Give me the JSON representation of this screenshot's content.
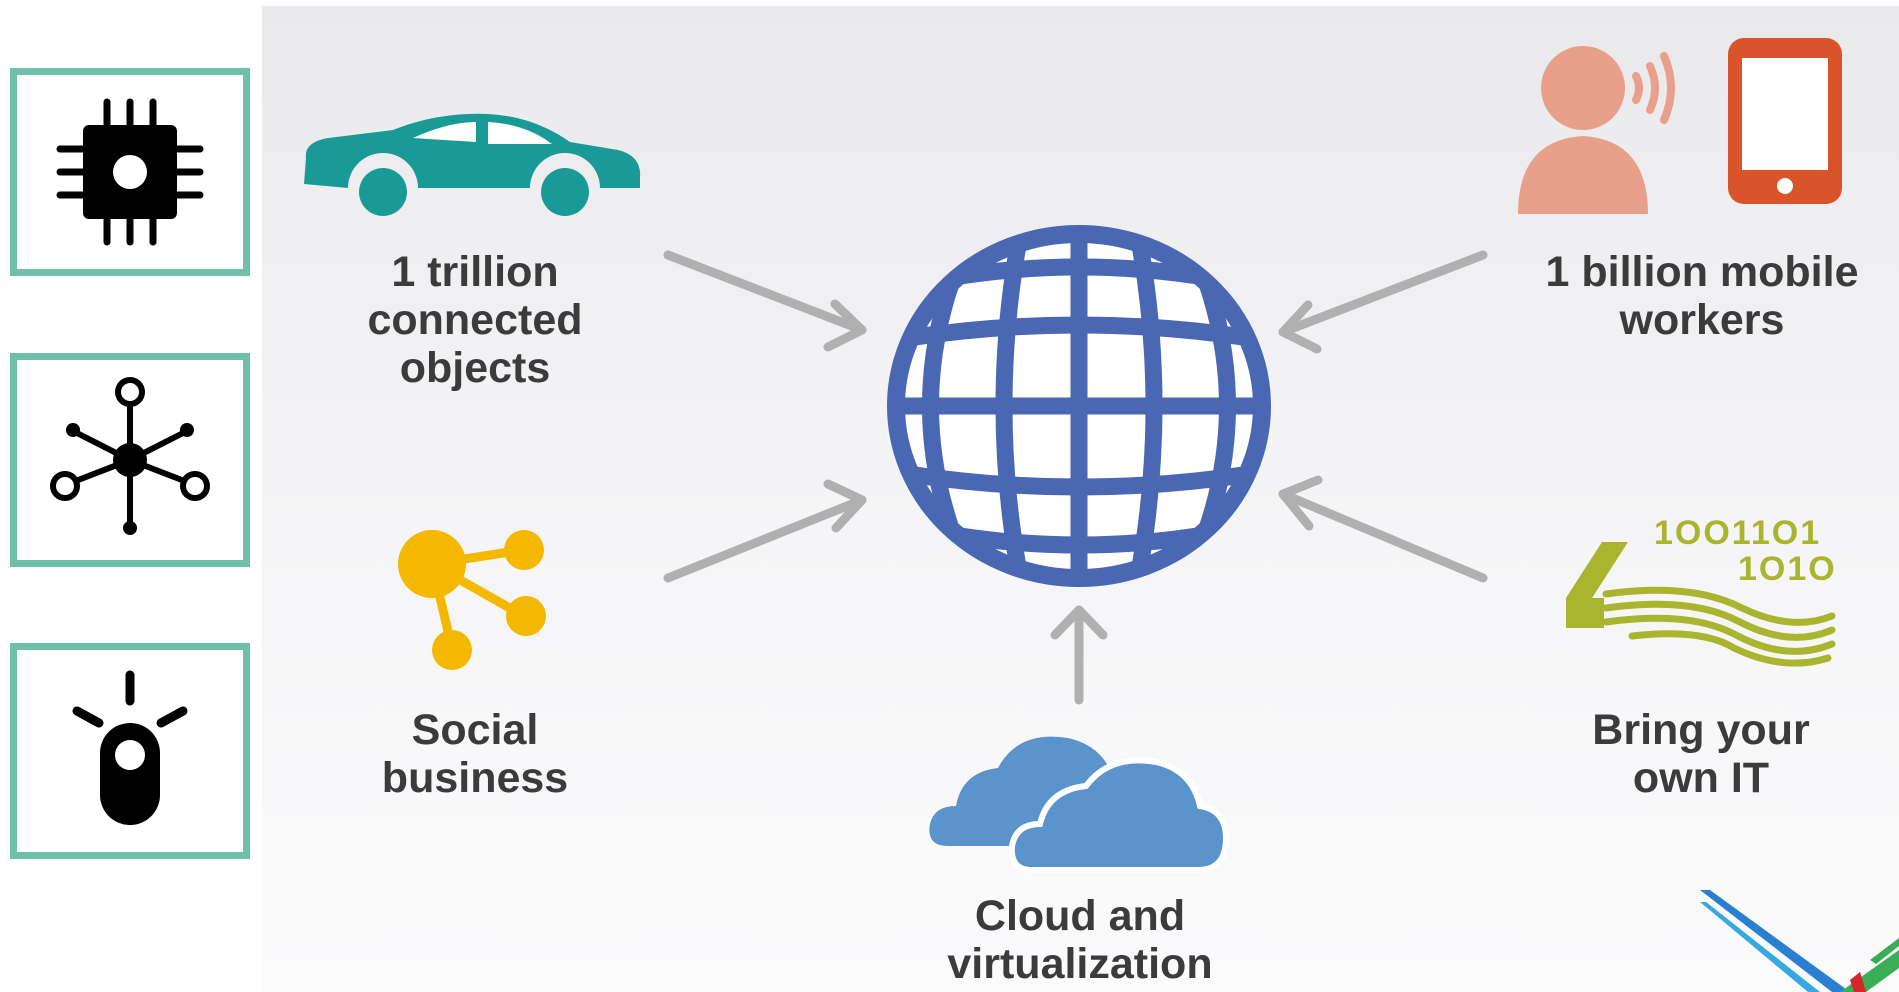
{
  "side_icons": [
    {
      "icon": "chip-icon"
    },
    {
      "icon": "network-hub-icon"
    },
    {
      "icon": "beacon-light-icon"
    }
  ],
  "sources": [
    {
      "icon": "car-icon",
      "line1": "1 trillion",
      "line2": "connected",
      "line3": "objects"
    },
    {
      "icon": "person-and-phone-icon",
      "line1": "1 billion mobile",
      "line2": "workers"
    },
    {
      "icon": "social-share-icon",
      "line1": "Social",
      "line2": "business"
    },
    {
      "icon": "binary-data-stream-icon",
      "line1": "Bring your",
      "line2": "own IT",
      "binary_row1": "1OO11O1",
      "binary_row2": "1O1O"
    },
    {
      "icon": "cloud-icon",
      "line1": "Cloud and",
      "line2": "virtualization"
    }
  ],
  "center": {
    "icon": "globe-icon"
  },
  "colors": {
    "side_box_border": "#6fc0a8",
    "car": "#1a9a96",
    "person": "#e8a08a",
    "phone": "#d9542b",
    "social": "#f5b800",
    "binary": "#a9b52f",
    "cloud": "#5b93cc",
    "globe": "#4a67b3",
    "arrow": "#b0b0b0",
    "label_text": "#3b3b3b"
  }
}
